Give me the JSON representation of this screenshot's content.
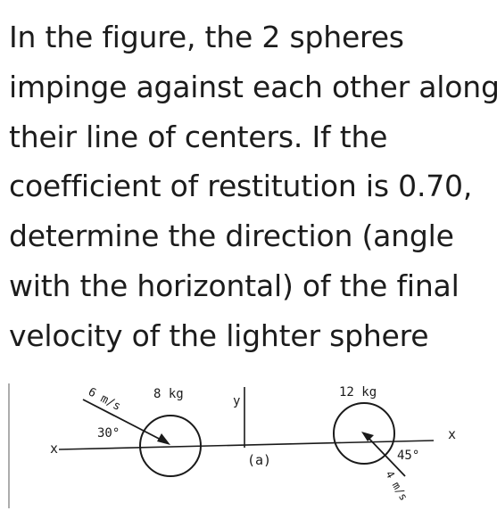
{
  "question": {
    "lines": [
      "In the figure, the 2 spheres",
      "impinge against each other along",
      "their line of centers. If the",
      "coefficient of restitution is 0.70,",
      "determine the direction (angle",
      "with the horizontal) of the final",
      "velocity of the lighter sphere"
    ]
  },
  "figure": {
    "left_mass": "8 kg",
    "right_mass": "12 kg",
    "left_speed": "6 m/s",
    "left_angle": "30°",
    "right_speed": "4 m/s",
    "right_angle": "45°",
    "x_left": "x",
    "x_right": "x",
    "y_label": "y",
    "caption": "(a)"
  }
}
